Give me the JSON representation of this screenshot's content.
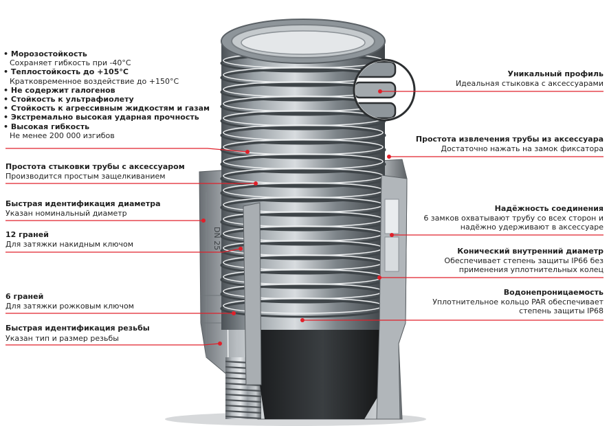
{
  "features": [
    {
      "title": "Морозостойкость",
      "desc": "Сохраняет гибкость при -40°C"
    },
    {
      "title": "Теплостойкость до  +105°C",
      "desc": "Кратковременное воздействие до +150°C"
    },
    {
      "title": "Не содержит галогенов",
      "desc": ""
    },
    {
      "title": "Стойкость к ультрафиолету",
      "desc": ""
    },
    {
      "title": "Стойкость к агрессивным жидкостям и газам",
      "desc": ""
    },
    {
      "title": "Экстремально высокая ударная прочность",
      "desc": ""
    },
    {
      "title": "Высокая гибкость",
      "desc": "Не менее 200 000 изгибов"
    }
  ],
  "left_callouts": [
    {
      "title": "Простота стыковки трубы с аксессуаром",
      "desc": "Производится простым защелкиванием"
    },
    {
      "title": "Быстрая идентификация диаметра",
      "desc": "Указан номинальный диаметр"
    },
    {
      "title": "12 граней",
      "desc": "Для затяжки накидным ключом"
    },
    {
      "title": "6 граней",
      "desc": "Для затяжки рожковым ключом"
    },
    {
      "title": "Быстрая идентификация резьбы",
      "desc": "Указан тип и размер резьбы"
    }
  ],
  "right_callouts": [
    {
      "title": "Уникальный профиль",
      "desc1": "Идеальная стыковка с аксессуарами",
      "desc2": ""
    },
    {
      "title": "Простота извлечения трубы из аксессуара",
      "desc1": "Достаточно нажать на замок фиксатора",
      "desc2": ""
    },
    {
      "title": "Надёжность соединения",
      "desc1": "6 замков охватывают трубу со всех сторон и",
      "desc2": "надёжно удерживают в аксессуаре"
    },
    {
      "title": "Конический внутренний диаметр",
      "desc1": "Обеспечивает степень защиты IP66 без",
      "desc2": "применения уплотнительных колец"
    },
    {
      "title": "Водонепроницаемость",
      "desc1": "Уплотнительное кольцо PAR обеспечивает",
      "desc2": "степень защиты IP68"
    }
  ],
  "fitting_marking": "DN 25",
  "colors": {
    "leader": "#e0202a",
    "text": "#1f1f1f"
  }
}
